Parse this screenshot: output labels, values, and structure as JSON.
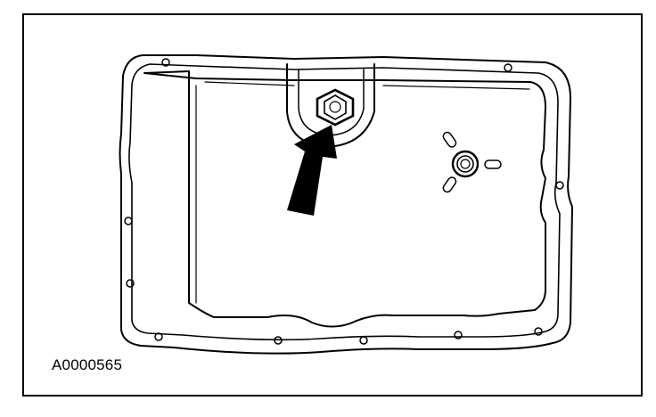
{
  "figure": {
    "reference_id": "A0000565",
    "line_color": "#000000",
    "background_color": "#ffffff"
  },
  "parts": [
    {
      "name": "oil-pan",
      "icon": "oil-pan-outline"
    },
    {
      "name": "drain-plug",
      "icon": "hex-bolt-icon"
    },
    {
      "name": "indicator-arrow",
      "icon": "arrow-icon"
    },
    {
      "name": "filter-boss",
      "icon": "filter-boss-icon"
    }
  ]
}
